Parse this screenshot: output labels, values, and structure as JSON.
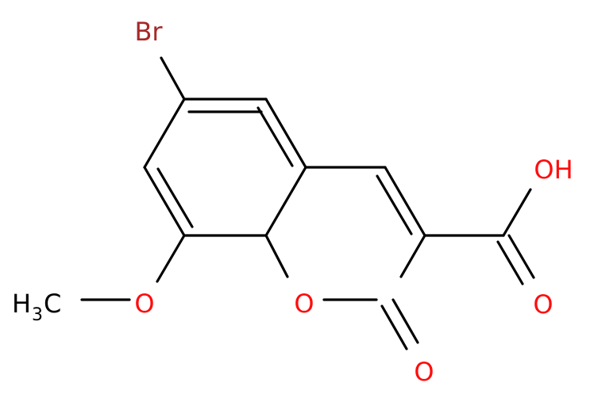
{
  "labels": {
    "bromine": "Br",
    "hydroxyl": "OH",
    "carboxyl_carbonyl_oxygen": "O",
    "ring_oxygen": "O",
    "lactone_carbonyl_oxygen": "O",
    "methoxy_oxygen": "O",
    "methyl_main": "H",
    "methyl_subscript": "3",
    "methyl_tail": "C"
  },
  "colors": {
    "bond": "#000000",
    "oxygen": "#ff0d0d",
    "bromine": "#a62929",
    "carbon_hydrogen": "#000000"
  }
}
